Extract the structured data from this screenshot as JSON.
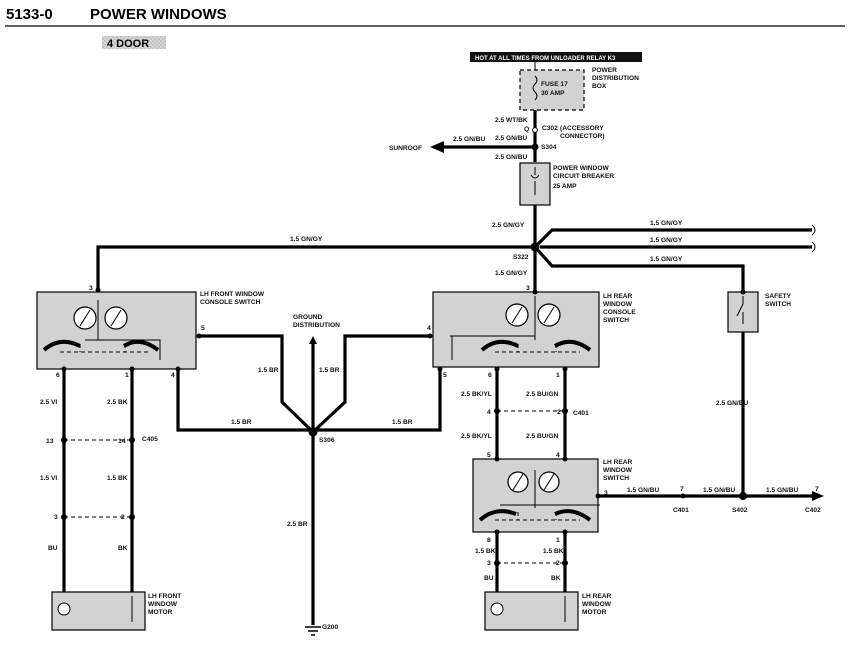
{
  "header": {
    "code": "5133-0",
    "title": "POWER WINDOWS",
    "variant": "4 DOOR"
  },
  "top_banner": "HOT AT ALL TIMES FROM UNLOADER RELAY K3",
  "power_distribution": {
    "fuse": "FUSE 17",
    "fuse_rating": "30 AMP",
    "label": "POWER DISTRIBUTION BOX"
  },
  "connectors": {
    "c302": "C302",
    "c302_desc": "(ACCESSORY CONNECTOR)",
    "c302_pin": "Q",
    "s304": "S304",
    "s322": "S322",
    "s306": "S306",
    "s402": "S402",
    "c405": "C405",
    "c401_mid": "C401",
    "c401_right": "C401",
    "c402": "C402",
    "g200": "G200"
  },
  "breaker": {
    "label": "POWER WINDOW CIRCUIT BREAKER",
    "rating": "25 AMP"
  },
  "sunroof": "SUNROOF",
  "ground_distribution": "GROUND DISTRIBUTION",
  "components": {
    "lh_front_console": "LH FRONT WINDOW CONSOLE SWITCH",
    "lh_rear_console": "LH REAR WINDOW CONSOLE SWITCH",
    "safety_switch": "SAFETY SWITCH",
    "lh_rear_switch": "LH REAR WINDOW SWITCH",
    "lh_front_motor": "LH FRONT WINDOW MOTOR",
    "lh_rear_motor": "LH REAR WINDOW MOTOR"
  },
  "wires": {
    "wt_bk": "2.5 WT/BK",
    "gn_bu_sunroof": "2.5 GN/BU",
    "gn_bu_below": "2.5 GN/BU",
    "gn_gy_below_breaker": "2.5 GN/GY",
    "gn_gy_left_bus": "1.5 GN/GY",
    "gn_gy_right1": "1.5 GN/GY",
    "gn_gy_right2": "1.5 GN/GY",
    "gn_gy_safety": "1.5 GN/GY",
    "gn_gy_below_s322": "1.5 GN/GY",
    "f_vi_1": "2.5 VI",
    "f_bk_1": "2.5 BK",
    "f_vi_2": "1.5 VI",
    "f_bk_2": "1.5 BK",
    "f_bu_3": "BU",
    "f_bk_3": "BK",
    "br_left_vert": "1.5 BR",
    "br_mid_vert": "1.5 BR",
    "br_left_horiz": "1.5 BR",
    "br_right_horiz": "1.5 BR",
    "br_ground": "2.5 BR",
    "r_bkyl_1": "2.5 BK/YL",
    "r_bugn_1": "2.5 BU/GN",
    "r_bkyl_2": "2.5 BK/YL",
    "r_bugn_2": "2.5 BU/GN",
    "r_bk_3": "1.5 BK",
    "r_bk_4": "1.5 BK",
    "r_bu_5": "BU",
    "r_bk_5": "BK",
    "safety_gnbu": "2.5 GN/BU",
    "gnbu_h1": "1.5 GN/BU",
    "gnbu_h2": "1.5 GN/BU",
    "gnbu_h3": "1.5 GN/BU"
  },
  "pins": {
    "f_top": "3",
    "f_left": "5",
    "f_b1": "6",
    "f_b2": "1",
    "f_b3": "4",
    "c405_l": "13",
    "c405_r": "14",
    "f_low_l": "3",
    "f_low_r": "2",
    "r_top": "3",
    "r_left": "4",
    "r_b5": "5",
    "r_b6": "6",
    "r_b1": "1",
    "c401_l": "4",
    "c401_r": "2",
    "rs_t5": "5",
    "rs_t4": "4",
    "rs_right": "3",
    "rs_b8": "8",
    "rs_b1": "1",
    "rl_3": "3",
    "rl_2": "2",
    "h7a": "7",
    "h7b": "7"
  }
}
